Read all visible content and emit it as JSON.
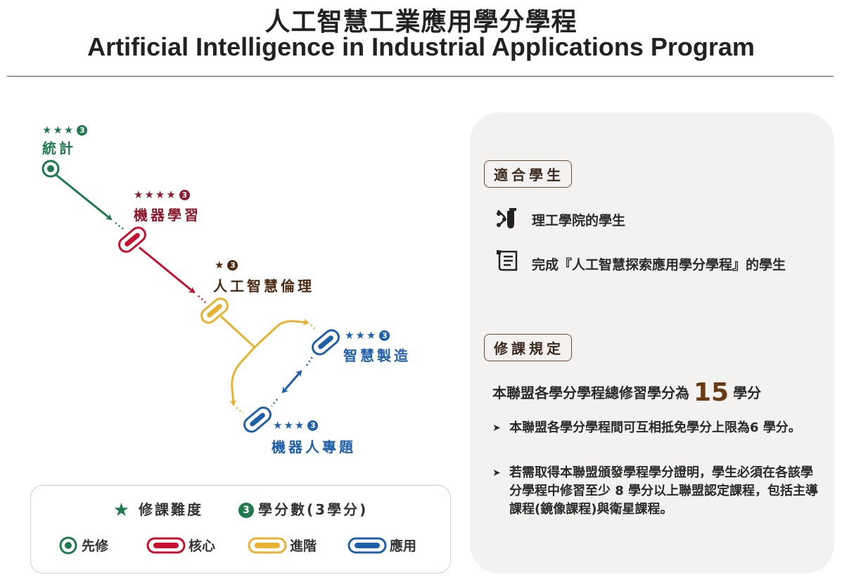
{
  "header": {
    "title_zh": "人工智慧工業應用學分學程",
    "title_en": "Artificial Intelligence in Industrial Applications Program"
  },
  "nodes": {
    "statistics": {
      "label": "統計",
      "stars": "★★★",
      "credits": "3"
    },
    "machine_learning": {
      "label": "機器學習",
      "stars": "★★★★",
      "credits": "3"
    },
    "ai_ethics": {
      "label": "人工智慧倫理",
      "stars": "★",
      "credits": "3"
    },
    "smart_manufacturing": {
      "label": "智慧製造",
      "stars": "★★★",
      "credits": "3"
    },
    "robotics_project": {
      "label": "機器人專題",
      "stars": "★★★",
      "credits": "3"
    }
  },
  "legend": {
    "difficulty_label": "修課難度",
    "credits_symbol": "3",
    "credits_label": "學分數(3學分)",
    "prerequisite": "先修",
    "core": "核心",
    "advanced": "進階",
    "application": "應用"
  },
  "panel": {
    "eligible_tag": "適合學生",
    "eligible_items": [
      "理工學院的學生",
      "完成『人工智慧探索應用學分學程』的學生"
    ],
    "rules_tag": "修課規定",
    "total_prefix": "本聯盟各學分學程總修習學分為",
    "total_number": "15",
    "total_suffix": "學分",
    "rules": [
      "本聯盟各學分學程間可互相抵免學分上限為6 學分。",
      "若需取得本聯盟頒發學程學分證明，學生必須在各該學分學程中修習至少 8 學分以上聯盟認定課程，包括主導課程(鏡像課程)與衛星課程。"
    ]
  },
  "colors": {
    "prerequisite": "#1e7a4e",
    "core": "#c8102e",
    "advanced": "#e8b230",
    "application": "#1f5fa8",
    "ml_label": "#8a1a2e",
    "ethics_label": "#4a2a12"
  }
}
